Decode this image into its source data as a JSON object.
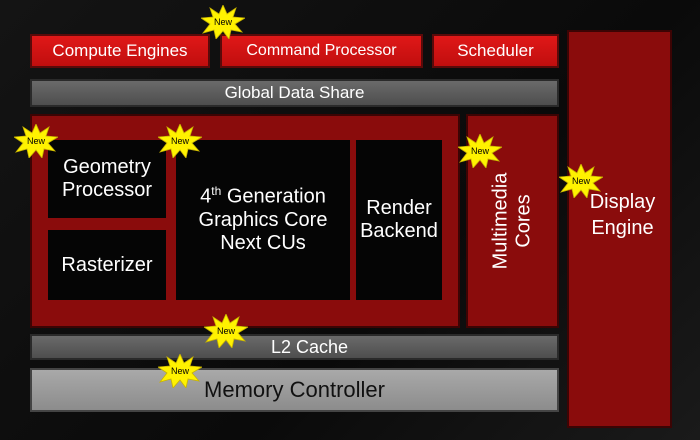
{
  "top_row": {
    "compute_engines": "Compute Engines",
    "command_processor": "Command Processor",
    "scheduler": "Scheduler"
  },
  "global_data_share": "Global Data Share",
  "core_block": {
    "geometry_processor": [
      "Geometry",
      "Processor"
    ],
    "rasterizer": "Rasterizer",
    "gcn": {
      "number": "4",
      "superscript": "th",
      "line1_rest": " Generation",
      "line2": "Graphics Core",
      "line3": "Next CUs"
    },
    "render_backend": [
      "Render",
      "Backend"
    ]
  },
  "multimedia_cores": [
    "Multimedia",
    "Cores"
  ],
  "display_engine": [
    "Display",
    "Engine"
  ],
  "l2_cache": "L2 Cache",
  "memory_controller": "Memory Controller",
  "new_badge_text": "New",
  "colors": {
    "red": "#d41414",
    "dark_red": "#8a0c0c",
    "badge_yellow": "#fff200",
    "gray": "#5c5c5c",
    "light_gray": "#9a9a9a"
  }
}
